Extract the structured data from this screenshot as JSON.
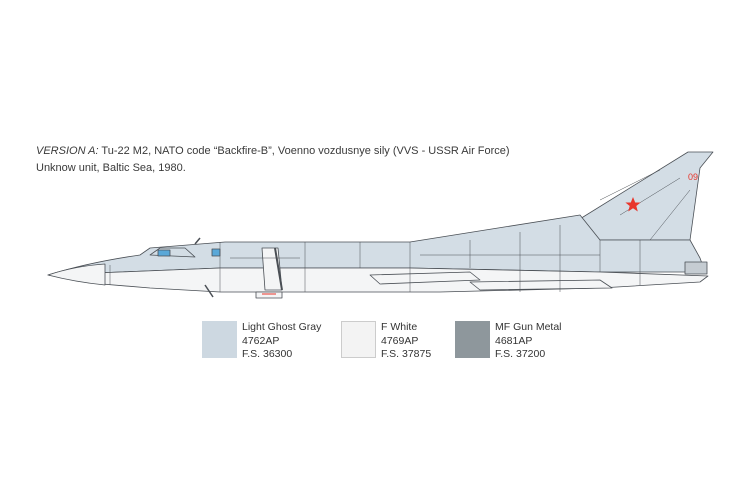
{
  "caption": {
    "version_label": "VERSION A:",
    "line1": " Tu-22 M2, NATO code “Backfire-B”, Voenno vozdusnye sily (VVS - USSR Air Force)",
    "line2": "Unknow unit, Baltic Sea, 1980."
  },
  "aircraft": {
    "tail_number": "09",
    "insignia": "red-star-icon",
    "colors": {
      "upper": "#d3dde5",
      "lower": "#f4f5f6",
      "outline": "#4a4f55",
      "canopy": "#5aa8d8",
      "insignia": "#e8352b"
    }
  },
  "paints": [
    {
      "name": "Light Ghost Gray",
      "code": "4762AP",
      "fs": "F.S. 36300",
      "color": "#cdd8e1"
    },
    {
      "name": "F White",
      "code": "4769AP",
      "fs": "F.S. 37875",
      "color": "#f3f3f3"
    },
    {
      "name": "MF Gun Metal",
      "code": "4681AP",
      "fs": "F.S. 37200",
      "color": "#8e979c"
    }
  ]
}
